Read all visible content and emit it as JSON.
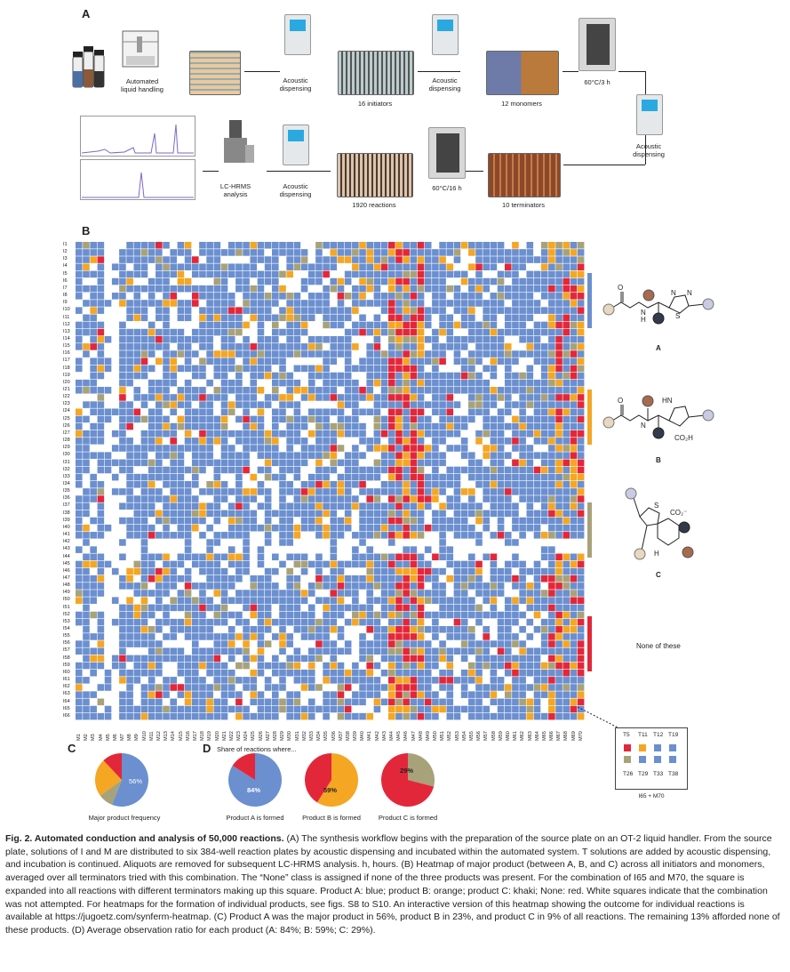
{
  "panels": {
    "A": "A",
    "B": "B",
    "C": "C",
    "D": "D"
  },
  "workflow": {
    "automated": "Automated\nliquid handling",
    "acoustic1": "Acoustic\ndispensing",
    "initiators": "16 initiators",
    "acoustic2": "Acoustic\ndispensing",
    "monomers": "12 monomers",
    "incub1": "60°C/3 h",
    "acoustic3": "Acoustic\ndispensing",
    "terminators": "10 terminators",
    "incub2": "60°C/16 h",
    "reactions": "1920 reactions",
    "acoustic4": "Acoustic\ndispensing",
    "lchrms": "LC-HRMS\nanalysis"
  },
  "heatmap": {
    "rows": [
      "I1",
      "I2",
      "I3",
      "I4",
      "I5",
      "I6",
      "I7",
      "I8",
      "I9",
      "I10",
      "I11",
      "I12",
      "I13",
      "I14",
      "I15",
      "I16",
      "I17",
      "I18",
      "I19",
      "I20",
      "I21",
      "I22",
      "I23",
      "I24",
      "I25",
      "I26",
      "I27",
      "I28",
      "I29",
      "I30",
      "I31",
      "I32",
      "I33",
      "I34",
      "I35",
      "I36",
      "I37",
      "I38",
      "I39",
      "I40",
      "I41",
      "I42",
      "I43",
      "I44",
      "I45",
      "I46",
      "I47",
      "I48",
      "I49",
      "I50",
      "I51",
      "I52",
      "I53",
      "I54",
      "I55",
      "I56",
      "I57",
      "I58",
      "I59",
      "I60",
      "I61",
      "I62",
      "I63",
      "I64",
      "I65",
      "I66"
    ],
    "cols": [
      "M1",
      "M2",
      "M3",
      "M4",
      "M5",
      "M6",
      "M7",
      "M8",
      "M9",
      "M10",
      "M11",
      "M12",
      "M13",
      "M14",
      "M15",
      "M16",
      "M17",
      "M18",
      "M19",
      "M20",
      "M21",
      "M22",
      "M23",
      "M24",
      "M25",
      "M26",
      "M27",
      "M28",
      "M29",
      "M30",
      "M31",
      "M32",
      "M33",
      "M34",
      "M35",
      "M36",
      "M37",
      "M38",
      "M39",
      "M40",
      "M41",
      "M42",
      "M43",
      "M44",
      "M45",
      "M46",
      "M47",
      "M48",
      "M49",
      "M50",
      "M51",
      "M52",
      "M53",
      "M54",
      "M55",
      "M56",
      "M57",
      "M58",
      "M59",
      "M60",
      "M61",
      "M62",
      "M63",
      "M64",
      "M65",
      "M66",
      "M67",
      "M68",
      "M69",
      "M70"
    ],
    "colors": {
      "A": "#6b8fcf",
      "B": "#f5a623",
      "C": "#a8a27a",
      "None": "#e3273a",
      "Empty": "#ffffff"
    },
    "inset": {
      "header": [
        "T5",
        "T11",
        "T12",
        "T19"
      ],
      "footer": [
        "T26",
        "T29",
        "T33",
        "T38"
      ],
      "cells": [
        "None",
        "B",
        "A",
        "A",
        "C",
        "A",
        "A",
        "A"
      ],
      "label": "I65 + M70"
    }
  },
  "products": {
    "A": "A",
    "B": "B",
    "C": "C",
    "none": "None of these"
  },
  "structures": {
    "co2h": "CO₂H",
    "co2": "CO₂⁻",
    "s": "S",
    "n": "N",
    "hn": "HN",
    "h": "H",
    "o": "O"
  },
  "panelC": {
    "value": "56%",
    "label": "Major product frequency",
    "slices": [
      {
        "name": "A",
        "frac": 0.56
      },
      {
        "name": "C",
        "frac": 0.09
      },
      {
        "name": "B",
        "frac": 0.23
      },
      {
        "name": "None",
        "frac": 0.12
      }
    ]
  },
  "panelD": {
    "title": "Share of reactions where...",
    "pies": [
      {
        "frac": 0.84,
        "label": "84%",
        "caption": "Product A is formed",
        "color": "#6b8fcf",
        "rest": "#e3273a"
      },
      {
        "frac": 0.59,
        "label": "59%",
        "caption": "Product B is formed",
        "color": "#f5a623",
        "rest": "#e3273a"
      },
      {
        "frac": 0.29,
        "label": "29%",
        "caption": "Product C is formed",
        "color": "#a8a27a",
        "rest": "#e3273a"
      }
    ]
  },
  "caption": {
    "title": "Fig. 2. Automated conduction and analysis of 50,000 reactions.",
    "body": " (A) The synthesis workflow begins with the preparation of the source plate on an OT-2 liquid handler. From the source plate, solutions of I and M are distributed to six 384-well reaction plates by acoustic dispensing and incubated within the automated system. T solutions are added by acoustic dispensing, and incubation is continued. Aliquots are removed for subsequent LC-HRMS analysis. h, hours. (B) Heatmap of major product (between A, B, and C) across all initiators and monomers, averaged over all terminators tried with this combination. The “None” class is assigned if none of the three products was present. For the combination of I65 and M70, the square is expanded into all reactions with different terminators making up this square. Product A: blue; product B: orange; product C: khaki; None: red. White squares indicate that the combination was not attempted. For heatmaps for the formation of individual products, see figs. S8 to S10. An interactive version of this heatmap showing the outcome for individual reactions is available at https://jugoetz.com/synferm-heatmap. (C) Product A was the major product in 56%, product B in 23%, and product C in 9% of all reactions. The remaining 13% afforded none of these products. (D) Average observation ratio for each product (A: 84%; B: 59%; C: 29%)."
  }
}
